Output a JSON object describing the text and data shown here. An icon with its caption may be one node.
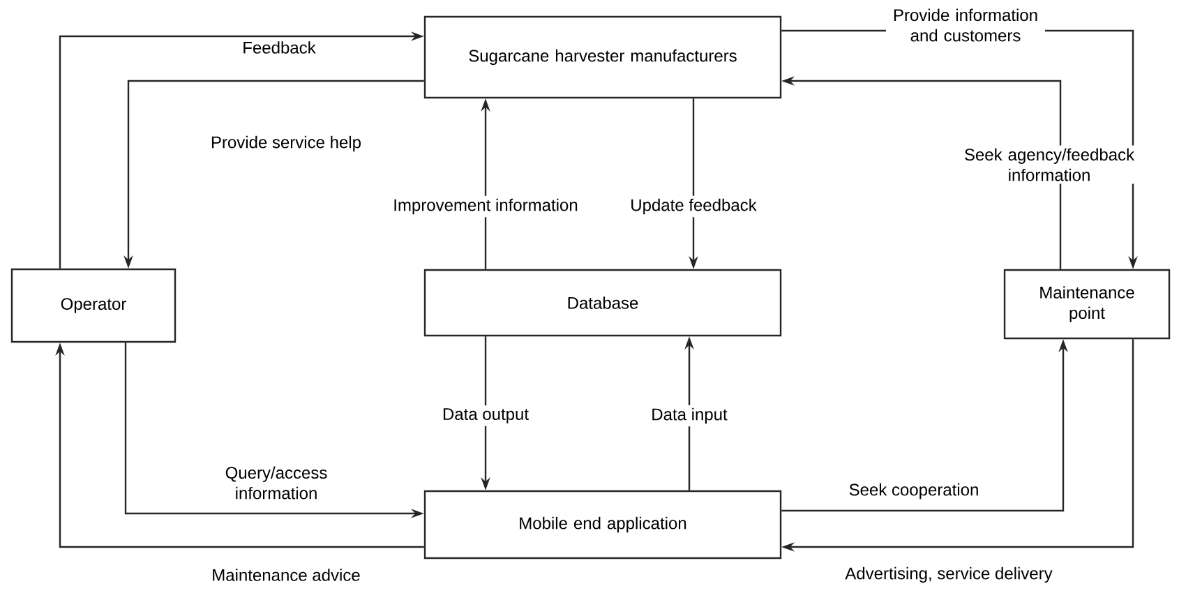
{
  "diagram": {
    "nodes": [
      {
        "text": [
          "Sugarcane harvester manufacturers"
        ]
      },
      {
        "text": [
          "Operator"
        ]
      },
      {
        "text": [
          "Database"
        ]
      },
      {
        "text": [
          "Maintenance point"
        ]
      },
      {
        "text": [
          "Mobile end application"
        ]
      }
    ],
    "edges": [
      {
        "from": 1,
        "to": 0,
        "arrow": "to",
        "label": "Feedback"
      },
      {
        "from": 0,
        "to": 1,
        "arrow": "to",
        "label": "Provide service help"
      },
      {
        "from": 0,
        "to": 3,
        "arrow": "to",
        "label": "Provide information and customers"
      },
      {
        "from": 3,
        "to": 0,
        "arrow": "to",
        "label": "Seek agency/feedback information"
      },
      {
        "from": 2,
        "to": 0,
        "arrow": "to",
        "label": "Improvement information"
      },
      {
        "from": 0,
        "to": 2,
        "arrow": "to",
        "label": "Update feedback"
      },
      {
        "from": 2,
        "to": 4,
        "arrow": "to",
        "label": "Data output"
      },
      {
        "from": 4,
        "to": 2,
        "arrow": "to",
        "label": "Data input"
      },
      {
        "from": 1,
        "to": 4,
        "arrow": "to",
        "label": "Query/access information"
      },
      {
        "from": 4,
        "to": 1,
        "arrow": "to",
        "label": "Maintenance advice"
      },
      {
        "from": 4,
        "to": 3,
        "arrow": "to",
        "label": "Seek cooperation"
      },
      {
        "from": 3,
        "to": 4,
        "arrow": "to",
        "label": "Advertising, service delivery"
      }
    ]
  }
}
